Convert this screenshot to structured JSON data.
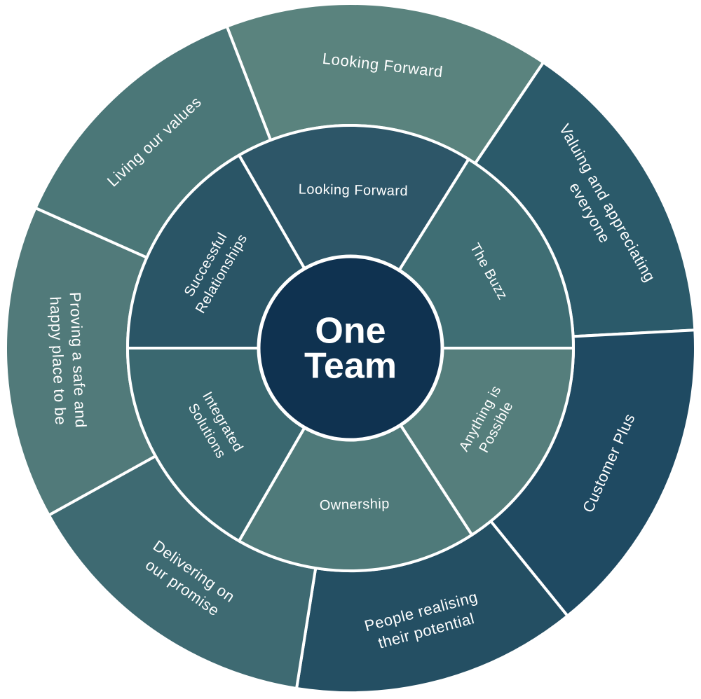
{
  "center": {
    "line1": "One",
    "line2": "Team"
  },
  "colors": {
    "center_fill": "#0f3250",
    "divider": "#ffffff",
    "outer": [
      "#5a837e",
      "#2b5a6a",
      "#1f4a62",
      "#244f63",
      "#3e6a72",
      "#517a7a",
      "#4b7778",
      "#4f7c7c"
    ],
    "inner": [
      "#2d5668",
      "#3f6e74",
      "#557e7c",
      "#4f7a7a",
      "#3a6870",
      "#2a5566"
    ]
  },
  "outer_ring": [
    {
      "name": "segment-looking-forward-outer",
      "lines": [
        "Looking Forward"
      ]
    },
    {
      "name": "segment-valuing-everyone",
      "lines": [
        "Valuing and appreciating",
        "everyone"
      ]
    },
    {
      "name": "segment-customer-plus",
      "lines": [
        "Customer Plus"
      ]
    },
    {
      "name": "segment-people-realising-potential",
      "lines": [
        "People realising",
        "their potential"
      ]
    },
    {
      "name": "segment-delivering-promise",
      "lines": [
        "Delivering on",
        "our promise"
      ]
    },
    {
      "name": "segment-safe-happy-place",
      "lines": [
        "Proving a safe and",
        "happy place to be"
      ]
    },
    {
      "name": "segment-living-values",
      "lines": [
        "Living our values"
      ]
    }
  ],
  "inner_ring": [
    {
      "name": "segment-looking-forward-inner",
      "lines": [
        "Looking Forward"
      ]
    },
    {
      "name": "segment-the-buzz",
      "lines": [
        "The Buzz"
      ]
    },
    {
      "name": "segment-anything-possible",
      "lines": [
        "Anything is",
        "Possible"
      ]
    },
    {
      "name": "segment-ownership",
      "lines": [
        "Ownership"
      ]
    },
    {
      "name": "segment-integrated-solutions",
      "lines": [
        "Integrated",
        "Solutions"
      ]
    },
    {
      "name": "segment-successful-relationships",
      "lines": [
        "Successful",
        "Relationships"
      ]
    }
  ]
}
